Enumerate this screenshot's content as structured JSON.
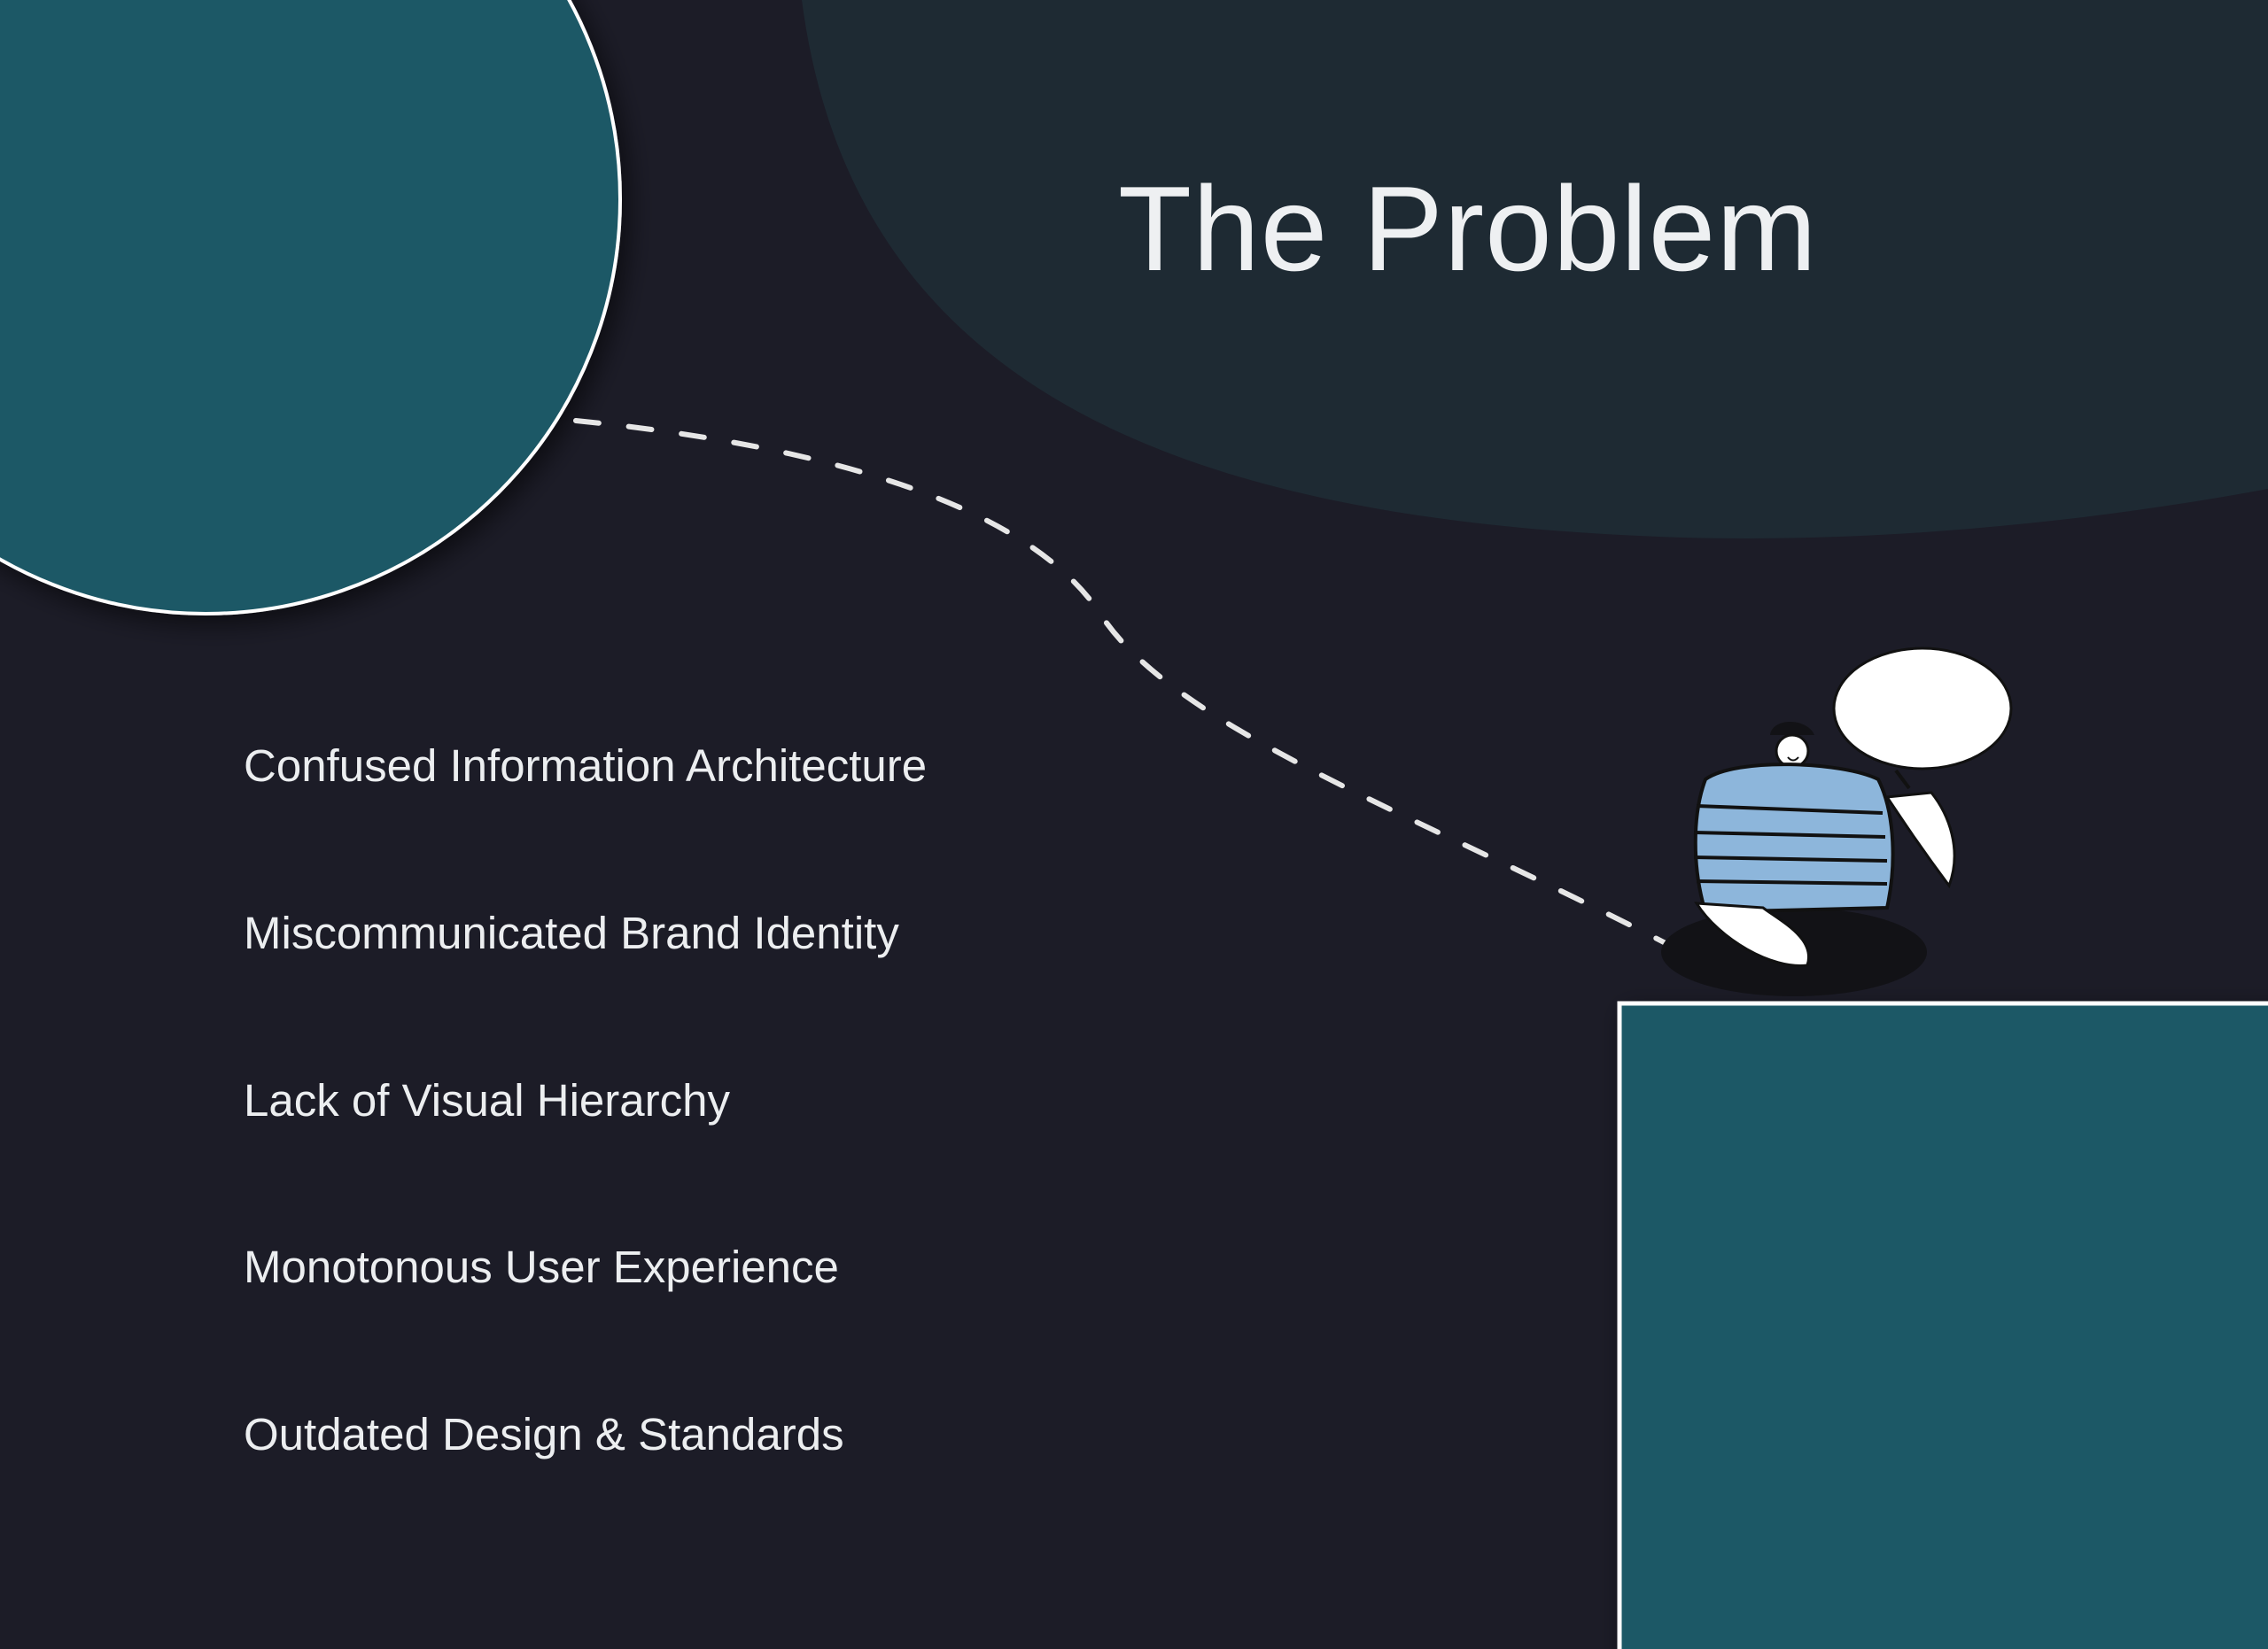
{
  "title": "The Problem",
  "problems": [
    "Confused Information Architecture",
    "Miscommunicated Brand Identity",
    "Lack of Visual Hierarchy",
    "Monotonous User Experience",
    "Outdated Design & Standards"
  ],
  "colors": {
    "background": "#1c1c27",
    "teal": "#1e5866",
    "dark_teal": "#1e2a33",
    "shirt": "#8db6db"
  }
}
